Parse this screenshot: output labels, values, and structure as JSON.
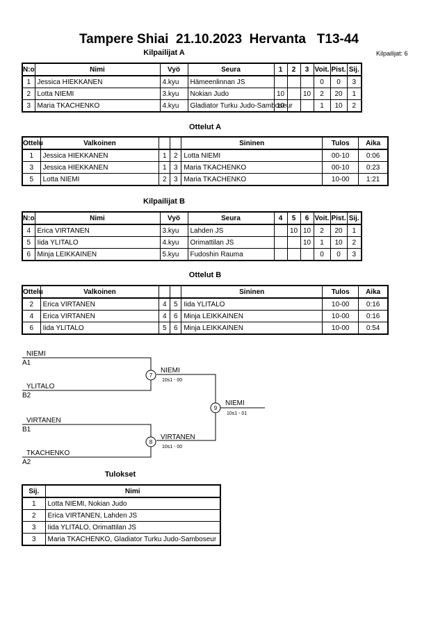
{
  "title": "Tampere Shiai  21.10.2023  Hervanta   T13-44",
  "competitor_count": "Kilpailijat: 6",
  "pool_a": {
    "heading": "Kilpailijat A",
    "headers": [
      "N:o",
      "Nimi",
      "Vyö",
      "Seura",
      "1",
      "2",
      "3",
      "Voit.",
      "Pist.",
      "Sij."
    ],
    "rows": [
      {
        "no": "1",
        "name": "Jessica HIEKKANEN",
        "belt": "4.kyu",
        "club": "Hämeenlinnan JS",
        "s1": "",
        "s2": "",
        "s3": "",
        "wins": "0",
        "points": "0",
        "place": "3"
      },
      {
        "no": "2",
        "name": "Lotta NIEMI",
        "belt": "3.kyu",
        "club": "Nokian Judo",
        "s1": "10",
        "s2": "",
        "s3": "10",
        "wins": "2",
        "points": "20",
        "place": "1"
      },
      {
        "no": "3",
        "name": "Maria TKACHENKO",
        "belt": "4.kyu",
        "club": "Gladiator Turku Judo-Samboseur",
        "s1": "10",
        "s2": "",
        "s3": "",
        "wins": "1",
        "points": "10",
        "place": "2"
      }
    ]
  },
  "matches_a": {
    "heading": "Ottelut A",
    "headers": [
      "Ottelu",
      "Valkoinen",
      "",
      "",
      "Sininen",
      "Tulos",
      "Aika"
    ],
    "rows": [
      {
        "match": "1",
        "white": "Jessica HIEKKANEN",
        "wn": "1",
        "bn": "2",
        "blue": "Lotta NIEMI",
        "result": "00-10",
        "time": "0:06"
      },
      {
        "match": "3",
        "white": "Jessica HIEKKANEN",
        "wn": "1",
        "bn": "3",
        "blue": "Maria TKACHENKO",
        "result": "00-10",
        "time": "0:23"
      },
      {
        "match": "5",
        "white": "Lotta NIEMI",
        "wn": "2",
        "bn": "3",
        "blue": "Maria TKACHENKO",
        "result": "10-00",
        "time": "1:21"
      }
    ]
  },
  "pool_b": {
    "heading": "Kilpailijat B",
    "headers": [
      "N:o",
      "Nimi",
      "Vyö",
      "Seura",
      "4",
      "5",
      "6",
      "Voit.",
      "Pist.",
      "Sij."
    ],
    "rows": [
      {
        "no": "4",
        "name": "Erica VIRTANEN",
        "belt": "3.kyu",
        "club": "Lahden JS",
        "s1": "",
        "s2": "10",
        "s3": "10",
        "wins": "2",
        "points": "20",
        "place": "1"
      },
      {
        "no": "5",
        "name": "Iida YLITALO",
        "belt": "4.kyu",
        "club": "Orimattilan JS",
        "s1": "",
        "s2": "",
        "s3": "10",
        "wins": "1",
        "points": "10",
        "place": "2"
      },
      {
        "no": "6",
        "name": "Minja LEIKKAINEN",
        "belt": "5.kyu",
        "club": "Fudoshin Rauma",
        "s1": "",
        "s2": "",
        "s3": "",
        "wins": "0",
        "points": "0",
        "place": "3"
      }
    ]
  },
  "matches_b": {
    "heading": "Ottelut B",
    "headers": [
      "Ottelu",
      "Valkoinen",
      "",
      "",
      "Sininen",
      "Tulos",
      "Aika"
    ],
    "rows": [
      {
        "match": "2",
        "white": "Erica VIRTANEN",
        "wn": "4",
        "bn": "5",
        "blue": "Iida YLITALO",
        "result": "10-00",
        "time": "0:16"
      },
      {
        "match": "4",
        "white": "Erica VIRTANEN",
        "wn": "4",
        "bn": "6",
        "blue": "Minja LEIKKAINEN",
        "result": "10-00",
        "time": "0:16"
      },
      {
        "match": "6",
        "white": "Iida YLITALO",
        "wn": "5",
        "bn": "6",
        "blue": "Minja LEIKKAINEN",
        "result": "10-00",
        "time": "0:54"
      }
    ]
  },
  "bracket": {
    "semi1": {
      "top_name": "NIEMI",
      "top_seed": "A1",
      "bottom_name": "YLITALO",
      "bottom_seed": "B2",
      "match": "7",
      "winner": "NIEMI",
      "score": "10s1 - 00"
    },
    "semi2": {
      "top_name": "VIRTANEN",
      "top_seed": "B1",
      "bottom_name": "TKACHENKO",
      "bottom_seed": "A2",
      "match": "8",
      "winner": "VIRTANEN",
      "score": "10s1 - 00"
    },
    "final": {
      "match": "9",
      "winner": "NIEMI",
      "score": "10s1 - 01"
    }
  },
  "results": {
    "heading": "Tulokset",
    "headers": [
      "Sij.",
      "Nimi"
    ],
    "rows": [
      {
        "place": "1",
        "name": "Lotta NIEMI, Nokian Judo"
      },
      {
        "place": "2",
        "name": "Erica VIRTANEN, Lahden JS"
      },
      {
        "place": "3",
        "name": "Iida YLITALO, Orimattilan JS"
      },
      {
        "place": "3",
        "name": "Maria TKACHENKO, Gladiator Turku Judo-Samboseur"
      }
    ]
  }
}
